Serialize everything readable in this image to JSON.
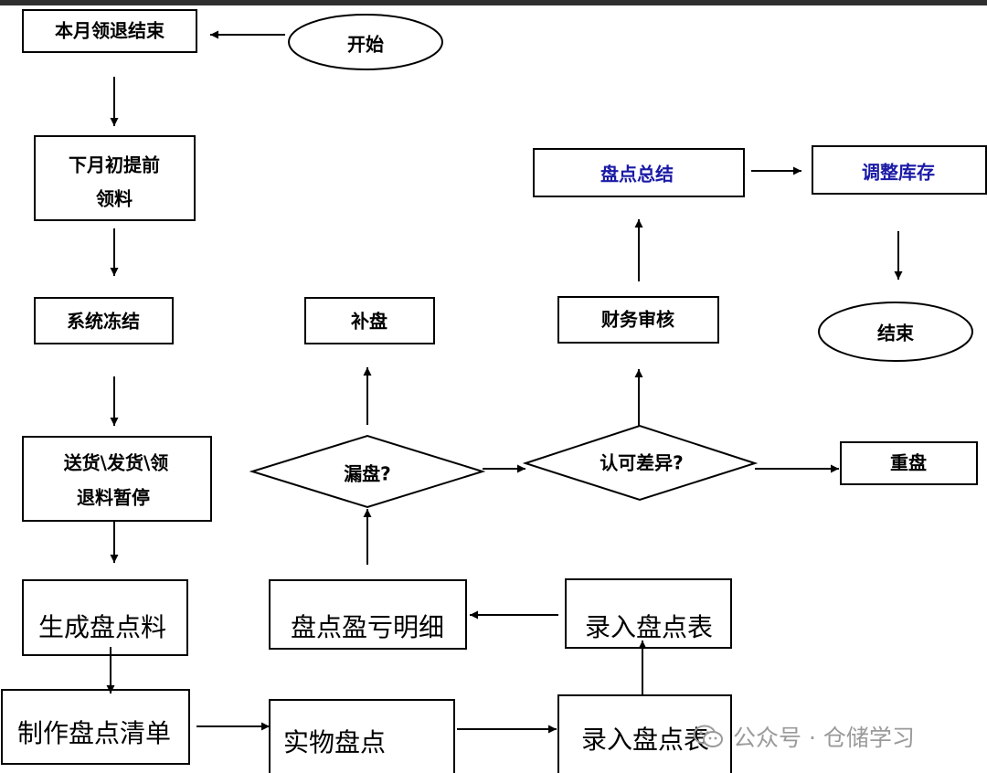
{
  "colors": {
    "line": "#000000",
    "blue_text": "#1a1aa6",
    "watermark": "#9a9a9a",
    "topbar": "#2f2f2f"
  },
  "nodes": {
    "start": "开始",
    "end_of_month": "本月领退结束",
    "early_next_month_1": "下月初提前",
    "early_next_month_2": "领料",
    "system_freeze": "系统冻结",
    "stop_1": "送货\\发货\\领",
    "stop_2": "退料暂停",
    "generate_list": "生成盘点料",
    "make_list": "制作盘点清单",
    "physical_count": "实物盘点",
    "enter_sheet_1": "录入盘点表",
    "enter_sheet_2": "录入盘点表",
    "diff_detail": "盘点盈亏明细",
    "missed": "漏盘?",
    "recount_supplement": "补盘",
    "accept_diff": "认可差异?",
    "finance_review": "财务审核",
    "summary": "盘点总结",
    "adjust_stock": "调整库存",
    "end": "结束",
    "recount": "重盘"
  },
  "watermark": {
    "text": "公众号 · 仓储学习",
    "icon": "wechat-icon"
  }
}
